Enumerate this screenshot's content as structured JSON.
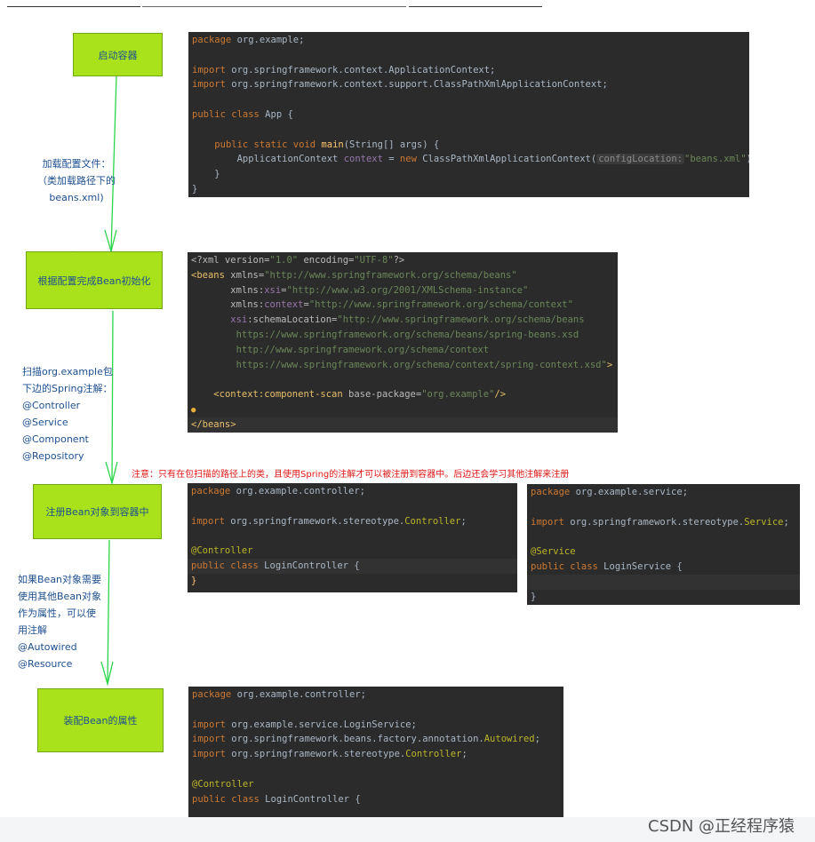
{
  "boxes": {
    "start": "启动容器",
    "init": "根据配置完成Bean初始化",
    "register": "注册Bean对象到容器中",
    "assemble": "装配Bean的属性"
  },
  "side_notes": {
    "load": [
      "加载配置文件：",
      "（类加载路径下的",
      "beans.xml)"
    ],
    "scan": [
      "扫描org.example包",
      "下边的Spring注解：",
      "@Controller",
      "@Service",
      "@Component",
      "@Repository"
    ],
    "inject": [
      "如果Bean对象需要",
      "使用其他Bean对象",
      "作为属性，可以使",
      "用注解",
      "@Autowired",
      "@Resource"
    ]
  },
  "note": "注意：只有在包扫描的路径上的类，且使用Spring的注解才可以被注册到容器中。后边还会学习其他注解来注册",
  "code_app": {
    "l1_kw": "package",
    "l1_rest": " org.example;",
    "l2_kw": "import",
    "l2_rest": " org.springframework.context.ApplicationContext;",
    "l3_kw": "import",
    "l3_rest": " org.springframework.context.support.ClassPathXmlApplicationContext;",
    "l4_kw": "public class",
    "l4_rest": " App {",
    "l5_kw": "public static void",
    "l5_fn": "main",
    "l5_rest": "(String[] args) {",
    "l6_a": "ApplicationContext ",
    "l6_var": "context",
    "l6_eq": " = ",
    "l6_kw": "new",
    "l6_b": " ClassPathXmlApplicationContext(",
    "l6_hint": "configLocation:",
    "l6_str": "\"beans.xml\"",
    "l6_end": ");",
    "l7": "}",
    "l8": "}"
  },
  "code_xml": {
    "l1_a": "<?xml version=",
    "l1_s1": "\"1.0\"",
    "l1_b": " encoding=",
    "l1_s2": "\"UTF-8\"",
    "l1_c": "?>",
    "l2_tag": "<beans",
    "l2_attr": " xmlns=",
    "l2_str": "\"http://www.springframework.org/schema/beans\"",
    "l3_attr": "xmlns:",
    "l3_ns": "xsi",
    "l3_eq": "=",
    "l3_str": "\"http://www.w3.org/2001/XMLSchema-instance\"",
    "l4_attr": "xmlns:",
    "l4_ns": "context",
    "l4_eq": "=",
    "l4_str": "\"http://www.springframework.org/schema/context\"",
    "l5_ns": "xsi",
    "l5_attr": ":schemaLocation=",
    "l5_str": "\"http://www.springframework.org/schema/beans",
    "l6": "https://www.springframework.org/schema/beans/spring-beans.xsd",
    "l7": "http://www.springframework.org/schema/context",
    "l8_str": "https://www.springframework.org/schema/context/spring-context.xsd\"",
    "l8_tag": ">",
    "l9_tag": "<context",
    "l9_b": ":component-scan",
    "l9_attr": " base-package=",
    "l9_str": "\"org.example\"",
    "l9_end": "/>",
    "l10": "</beans>"
  },
  "code_login": {
    "l1_kw": "package",
    "l1_rest": " org.example.controller;",
    "l2_kw": "import",
    "l2_rest": " org.springframework.stereotype.",
    "l2_ann": "Controller",
    "l2_end": ";",
    "l3": "@Controller",
    "l4_kw": "public class",
    "l4_rest": " LoginController {",
    "l5": "}"
  },
  "code_service": {
    "l1_kw": "package",
    "l1_rest": " org.example.service;",
    "l2_kw": "import",
    "l2_rest": " org.springframework.stereotype.",
    "l2_ann": "Service",
    "l2_end": ";",
    "l3": "@Service",
    "l4_kw": "public class",
    "l4_rest": " LoginService {",
    "l5": "}"
  },
  "code_assemble": {
    "l1_kw": "package",
    "l1_rest": " org.example.controller;",
    "l2_kw": "import",
    "l2_rest": " org.example.service.LoginService;",
    "l3_kw": "import",
    "l3_rest": " org.springframework.beans.factory.annotation.",
    "l3_ann": "Autowired",
    "l3_end": ";",
    "l4_kw": "import",
    "l4_rest": " org.springframework.stereotype.",
    "l4_ann": "Controller",
    "l4_end": ";",
    "l5": "@Controller",
    "l6_kw": "public class",
    "l6_rest": " LoginController {"
  },
  "watermark": "CSDN @正经程序猿",
  "colors": {
    "box_fill": "#a9e21a",
    "arrow": "#2bd44a",
    "code_bg": "#2b2b2b",
    "note": "#e01515"
  }
}
